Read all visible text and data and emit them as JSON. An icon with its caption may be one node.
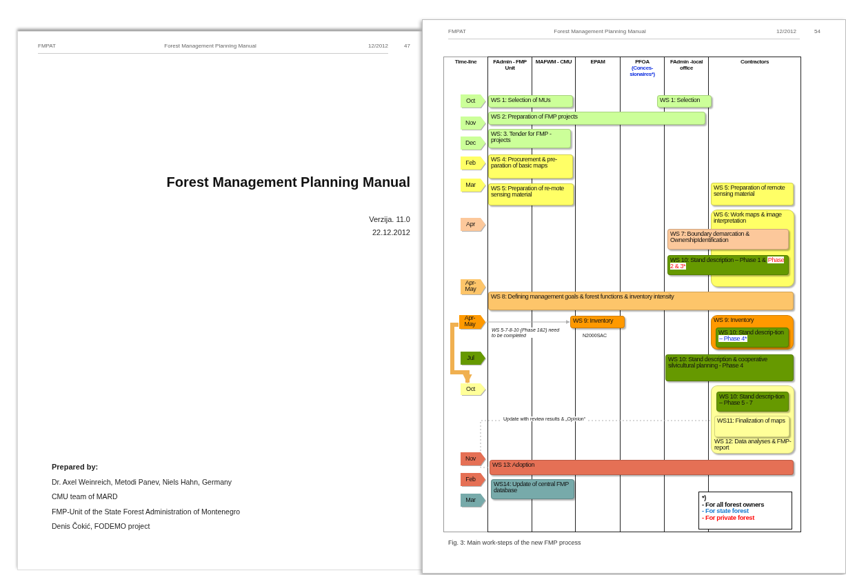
{
  "diagram": {
    "title": "Forest Management Planning Manual",
    "caption": "Fig. 3:  Main work-steps of the new FMP process",
    "nodes": [
      {
        "text": [
          "Time-line"
        ]
      },
      {
        "text": [
          "FAdmin - FMP Unit"
        ]
      },
      {
        "text": [
          "MAFWM - CMU"
        ]
      },
      {
        "text": [
          "EPAM"
        ]
      },
      {
        "text": [
          "PFOA",
          "(Conces-sionaires*)"
        ]
      },
      {
        "text": [
          "FAdmin -local office"
        ]
      },
      {
        "text": [
          "Contractors"
        ]
      },
      {
        "text": [
          "Oct"
        ]
      },
      {
        "text": [
          "WS 1: Selection of MUs"
        ]
      },
      {
        "text": [
          "WS 1: Selection"
        ]
      },
      {
        "text": [
          "Nov"
        ]
      },
      {
        "text": [
          "WS 2: Preparation of FMP projects"
        ]
      },
      {
        "text": [
          "Dec"
        ]
      },
      {
        "text": [
          "WS: 3. Tender for FMP -projects"
        ]
      },
      {
        "text": [
          "Feb"
        ]
      },
      {
        "text": [
          "WS 4: Procurement & pre-paration of basic maps"
        ]
      },
      {
        "text": [
          "Mar"
        ]
      },
      {
        "text": [
          "WS 5: Preparation of re-mote sensing material"
        ]
      },
      {
        "text": [
          "WS 5: Preparation of remote sensing material"
        ]
      },
      {
        "text": [
          "Apr"
        ]
      },
      {
        "text": [
          "WS 6: Work maps & image interpretation"
        ]
      },
      {
        "text": [
          "WS 7: Boundary demarcation & OwnershipIdentification"
        ]
      },
      {
        "text": [
          "WS 10: Stand description – Phase 1 &",
          "Phase 2 & 3*"
        ]
      },
      {
        "text": [
          "Apr-May"
        ]
      },
      {
        "text": [
          "WS 8: Defining management goals & forest functions & inventory intensity"
        ]
      },
      {
        "text": [
          "Apr-May"
        ]
      },
      {
        "text": [
          "WS 9: Inventory"
        ]
      },
      {
        "text": [
          "WS 9: Inventory"
        ]
      },
      {
        "text": [
          "WS 10: Stand descrip-tion",
          "– Phase 4*"
        ],
        "in": 27
      },
      {
        "text": [
          "Jul"
        ]
      },
      {
        "text": [
          "WS 10: Stand description & cooperative silvicultural planning - Phase 4"
        ]
      },
      {
        "text": [
          "Oct"
        ]
      },
      {
        "text": [
          "WS 12: Data analyses & FMP-report"
        ]
      },
      {
        "text": [
          "WS 10: Stand descrip-tion – Phase 5 - 7"
        ],
        "in": 32
      },
      {
        "text": [
          "WS11: Finalization of maps"
        ],
        "in": 32
      },
      {
        "text": [
          "Nov"
        ]
      },
      {
        "text": [
          "WS 13: Adoption"
        ]
      },
      {
        "text": [
          "Feb"
        ]
      },
      {
        "text": [
          "WS14: Update of central FMP database"
        ]
      },
      {
        "text": [
          "Mar"
        ]
      },
      {
        "text": [
          "*)",
          "- For all forest owners",
          "- For state forest",
          "- For private forest"
        ]
      }
    ],
    "edges": [
      {
        "from": 25,
        "to": 31,
        "arrow": "to",
        "style": "thick",
        "color": "#f0b050"
      },
      {
        "from": 25,
        "to": 26,
        "arrow": "to",
        "label": "WS 5-7-8-10 (Phase 1&2) need to be completed"
      },
      {
        "from": 32,
        "to": 36,
        "arrow": "none",
        "style": "dashed",
        "label": "Update with review results & „Opinion“"
      }
    ],
    "labels": [
      "FMPAT",
      "Forest Management Planning Manual",
      "12/2012",
      "47",
      "Verzija. 11.0",
      "22.12.2012",
      "Prepared by:",
      "Dr. Axel Weinreich, Metodi Panev, Niels Hahn, Germany",
      "CMU team of MARD",
      "FMP-Unit of the State Forest Administration of Montenegro",
      "Denis Čokić, FODEMO project",
      "FMPAT",
      "Forest Management Planning Manual",
      "12/2012",
      "54",
      "N2000SAC"
    ]
  }
}
